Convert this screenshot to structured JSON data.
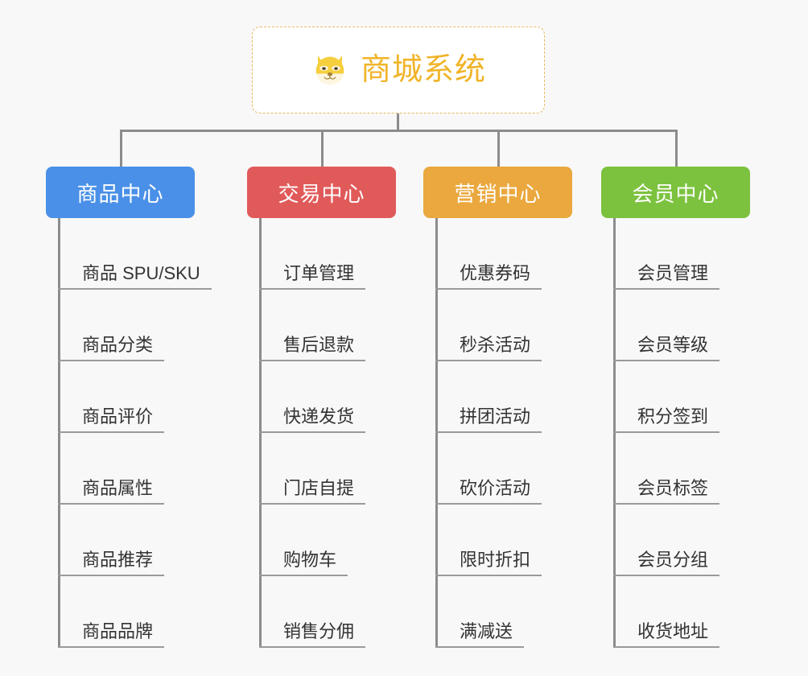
{
  "background": "#f8f8f8",
  "root": {
    "title": "商城系统",
    "icon": "shiba-dog-face-icon",
    "text_color": "#f0b429",
    "border_color": "#e8b960",
    "background": "#ffffff"
  },
  "connector_color": "#8c8c8c",
  "branches": [
    {
      "label": "商品中心",
      "color": "#4a90e8",
      "items": [
        "商品 SPU/SKU",
        "商品分类",
        "商品评价",
        "商品属性",
        "商品推荐",
        "商品品牌"
      ]
    },
    {
      "label": "交易中心",
      "color": "#e15a5a",
      "items": [
        "订单管理",
        "售后退款",
        "快递发货",
        "门店自提",
        "购物车",
        "销售分佣"
      ]
    },
    {
      "label": "营销中心",
      "color": "#eaa83e",
      "items": [
        "优惠券码",
        "秒杀活动",
        "拼团活动",
        "砍价活动",
        "限时折扣",
        "满减送"
      ]
    },
    {
      "label": "会员中心",
      "color": "#7cc23f",
      "items": [
        "会员管理",
        "会员等级",
        "积分签到",
        "会员标签",
        "会员分组",
        "收货地址"
      ]
    }
  ]
}
